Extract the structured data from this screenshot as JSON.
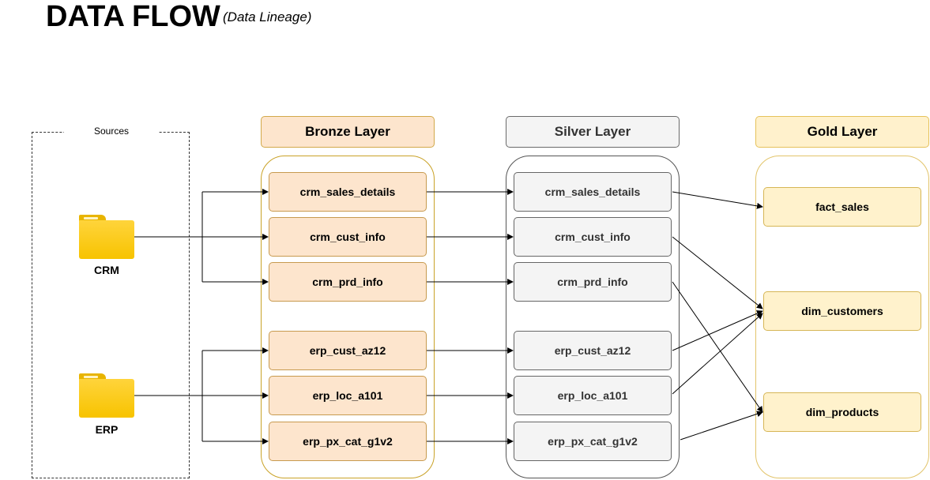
{
  "title": "DATA FLOW",
  "subtitle": "(Data Lineage)",
  "sources": {
    "label": "Sources",
    "crm_label": "CRM",
    "erp_label": "ERP",
    "icon": "folder-icon"
  },
  "layers": {
    "bronze": {
      "header": "Bronze Layer",
      "nodes": [
        "crm_sales_details",
        "crm_cust_info",
        "crm_prd_info",
        "erp_cust_az12",
        "erp_loc_a101",
        "erp_px_cat_g1v2"
      ]
    },
    "silver": {
      "header": "Silver Layer",
      "nodes": [
        "crm_sales_details",
        "crm_cust_info",
        "crm_prd_info",
        "erp_cust_az12",
        "erp_loc_a101",
        "erp_px_cat_g1v2"
      ]
    },
    "gold": {
      "header": "Gold Layer",
      "nodes": [
        "fact_sales",
        "dim_customers",
        "dim_products"
      ]
    }
  },
  "colors": {
    "bronze_fill": "#fde5cd",
    "silver_fill": "#f4f4f4",
    "gold_fill": "#fff2cc",
    "folder": "#f7c300"
  }
}
